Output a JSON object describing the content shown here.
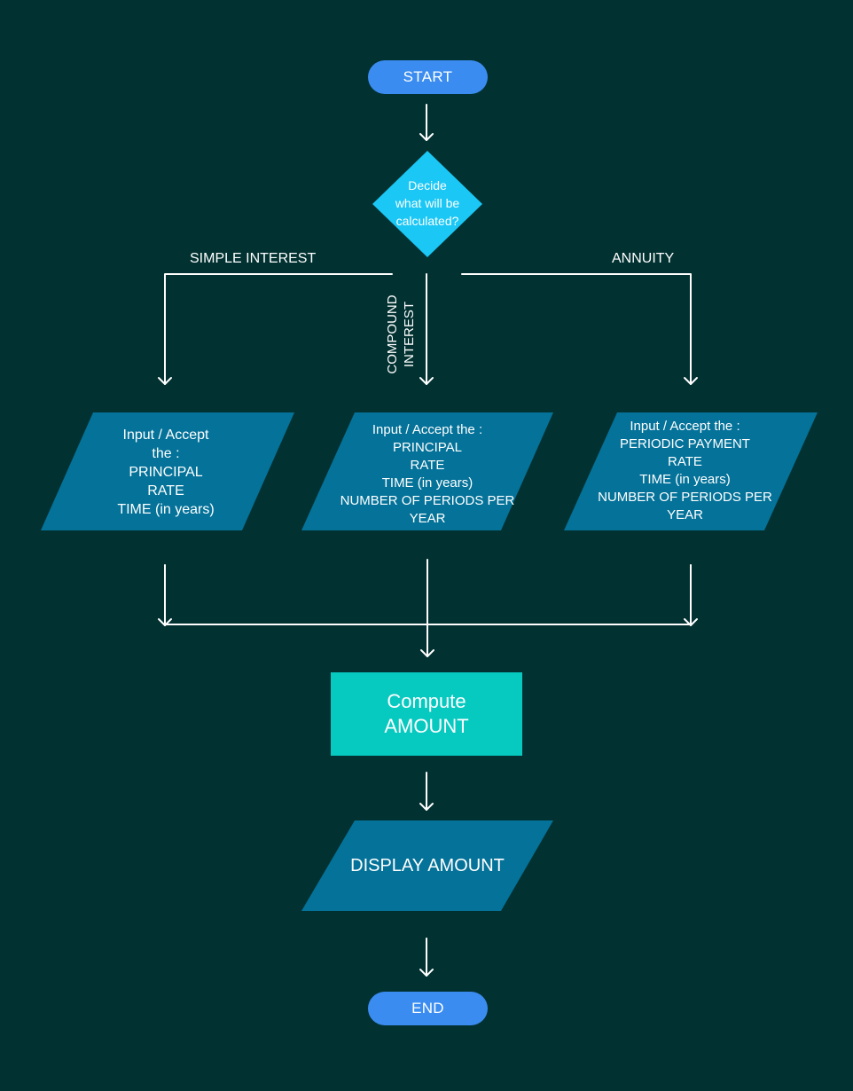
{
  "nodes": {
    "start": "START",
    "decision": "Decide\nwhat will be\ncalculated?",
    "input_simple": "Input / Accept\nthe :\nPRINCIPAL\nRATE\nTIME (in years)",
    "input_compound": "Input / Accept the :\nPRINCIPAL\nRATE\nTIME (in years)\nNUMBER OF PERIODS PER\nYEAR",
    "input_annuity": "Input / Accept the :\nPERIODIC PAYMENT\nRATE\nTIME (in years)\nNUMBER OF PERIODS PER\nYEAR",
    "compute": "Compute\nAMOUNT",
    "display": "DISPLAY AMOUNT",
    "end": "END"
  },
  "branches": {
    "simple": "SIMPLE INTEREST",
    "compound": "COMPOUND\nINTEREST",
    "annuity": "ANNUITY"
  },
  "colors": {
    "background": "#023131",
    "terminal": "#3a8cf0",
    "decision": "#1ac7f5",
    "io": "#047299",
    "process": "#06c9c0",
    "line": "#ffffff"
  }
}
